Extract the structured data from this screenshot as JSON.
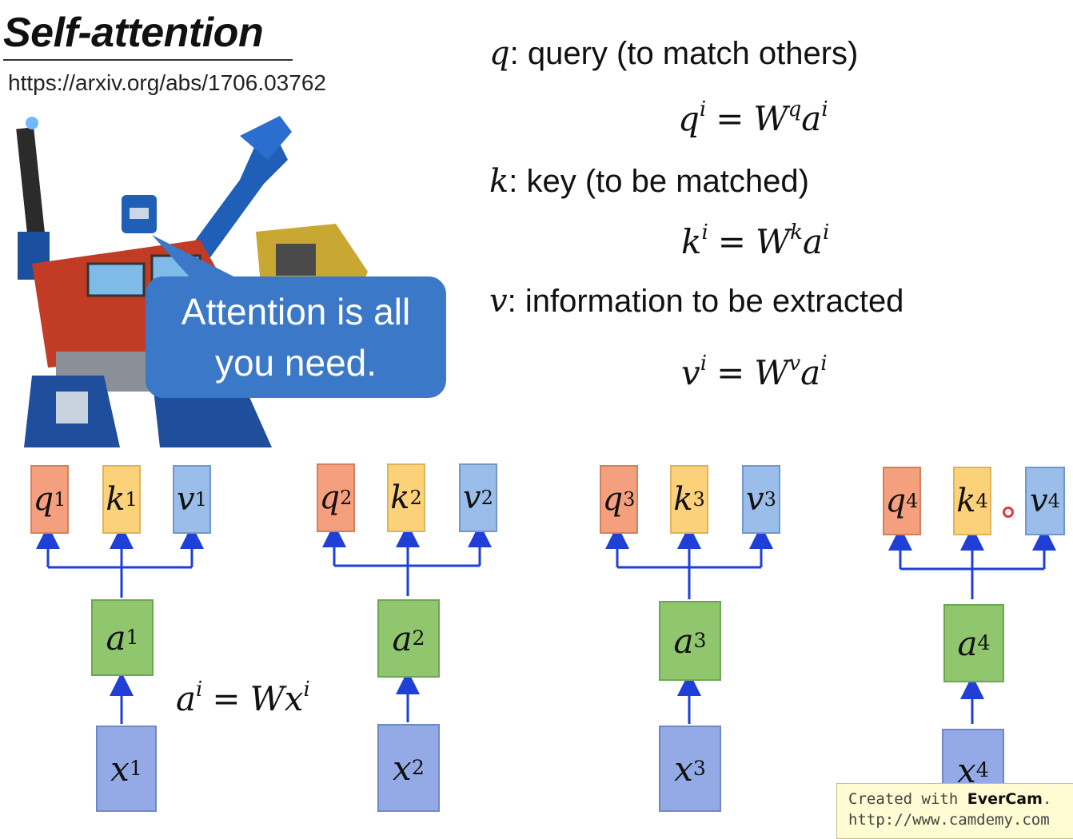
{
  "slide": {
    "title": "Self-attention",
    "reference_url": "https://arxiv.org/abs/1706.03762",
    "bubble_text_line1": "Attention is all",
    "bubble_text_line2": "you need."
  },
  "definitions": [
    {
      "symbol": "q",
      "text": ": query (to match others)",
      "eq_lhs": "q",
      "eq_w_sup": "q"
    },
    {
      "symbol": "k",
      "text": ": key (to be matched)",
      "eq_lhs": "k",
      "eq_w_sup": "k"
    },
    {
      "symbol": "v",
      "text": ": information to be extracted",
      "eq_lhs": "v",
      "eq_w_sup": "v"
    }
  ],
  "embedding_equation": {
    "lhs": "a",
    "sup": "i",
    "rhs": "Wx"
  },
  "tokens": [
    {
      "index": "1"
    },
    {
      "index": "2"
    },
    {
      "index": "3"
    },
    {
      "index": "4"
    }
  ],
  "colors": {
    "query": "#f4a07e",
    "key": "#fbd27a",
    "value": "#9bbde9",
    "a_box": "#8fc66e",
    "x_box": "#93aae6",
    "arrow": "#1f3fd6",
    "bubble": "#3b78c8"
  },
  "watermark": {
    "line1_prefix": "Created with ",
    "brand": "EverCam",
    "line1_suffix": ".",
    "line2": "http://www.camdemy.com"
  },
  "icons": {
    "robot": "robot-illustration",
    "cursor": "cursor-dot-icon"
  }
}
